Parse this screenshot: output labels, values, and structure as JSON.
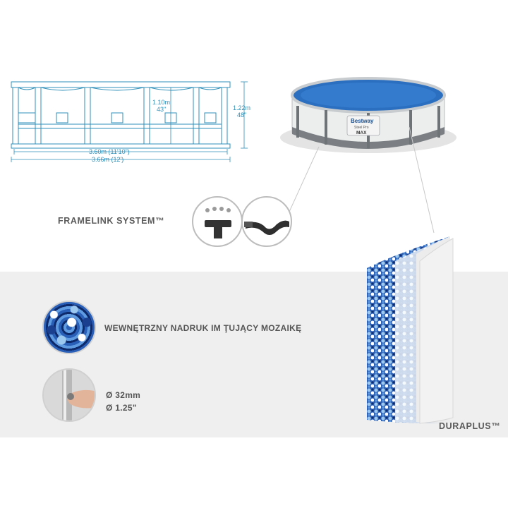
{
  "diagram": {
    "height_inner": "1.10m",
    "height_inner_in": "43\"",
    "height_outer": "1.22m",
    "height_outer_in": "48\"",
    "width_inner": "3.60m (11'10\")",
    "width_outer": "3.66m (12')"
  },
  "pool_label": {
    "brand": "Bestway",
    "line": "Steel Pro",
    "model": "MAX"
  },
  "features": {
    "framelink": "FRAMELINK SYSTEM™",
    "mosaic": "WEWNĘTRZNY NADRUK IM   ŢUJĄCY MOZAIKĘ",
    "diameter_mm": "Ø 32mm",
    "diameter_in": "Ø 1.25\"",
    "duraplus": "DURAPLUS™"
  },
  "colors": {
    "dimension": "#2f8fb8",
    "pool_water": "#2b6fc0",
    "panel": "#efefef"
  }
}
